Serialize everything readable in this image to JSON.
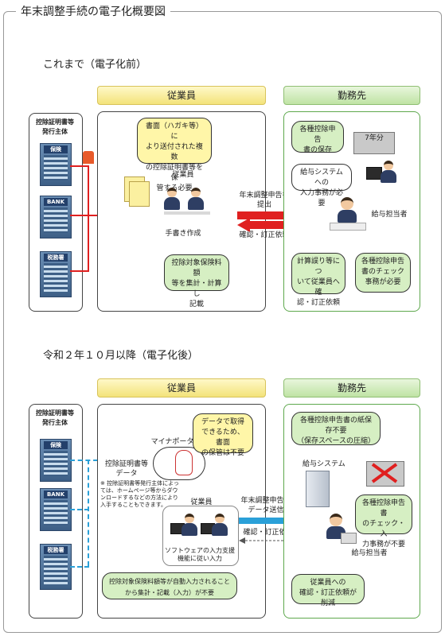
{
  "title": "年末調整手続の電子化概要図",
  "before": {
    "heading": "これまで（電子化前）",
    "employee_header": "従業員",
    "employer_header": "勤務先",
    "issuers_label": "控除証明書等\n発行主体",
    "bank_sign": "BANK",
    "insurance_sign": "保険",
    "tax_sign": "税務署",
    "bubble_paper": "書面（ハガキ等）に\nより送付された複数\nの控除証明書等を保\n管する必要",
    "employee_label": "従業員",
    "handwrite_label": "手書き作成",
    "bubble_calc": "控除対象保険料額\n等を集計・計算し\n記載",
    "arrow_submit": "年末調整申告書\n提出",
    "arrow_confirm": "確認・訂正依頼",
    "bubble_store": "各種控除申告\n書の保存",
    "seven_years": "7年分",
    "bubble_input": "給与システムへの\n入力事務が必要",
    "payroll_staff": "給与担当者",
    "bubble_mistake": "計算誤り等につ\nいて従業員へ確\n認・訂正依頼",
    "bubble_check": "各種控除申告\n書のチェック\n事務が必要"
  },
  "after": {
    "heading": "令和２年１０月以降（電子化後）",
    "employee_header": "従業員",
    "employer_header": "勤務先",
    "issuers_label": "控除証明書等\n発行主体",
    "bank_sign": "BANK",
    "insurance_sign": "保険",
    "tax_sign": "税務署",
    "mynaportal": "マイナポータル",
    "bubble_data": "データで取得\nできるため、書面\nの保管は不要",
    "cert_data": "控除証明書等\nデータ",
    "note": "※ 控除証明書等発行主体によっては、ホームページ等からダウンロードするなどの方法により入手することもできます。",
    "employee_label": "従業員",
    "software_label": "ソフトウェアの入力支援\n機能に従い入力",
    "bubble_auto": "控除対象保険料額等が自動入力されること\nから集計・記載（入力）が不要",
    "arrow_submit": "年末調整申告書\nデータ送信",
    "arrow_confirm": "確認・訂正依頼",
    "bubble_nostore": "各種控除申告書の紙保存不要\n（保存スペースの圧縮）",
    "payroll_system": "給与システム",
    "bubble_nocheck": "各種控除申告書\nのチェック・入\n力事務が不要",
    "payroll_staff": "給与担当者",
    "bubble_reduced": "従業員への\n確認・訂正依頼が削減"
  },
  "colors": {
    "red_arrow": "#e02020",
    "blue_arrow": "#2aa0d8",
    "x_mark": "#e02020"
  }
}
